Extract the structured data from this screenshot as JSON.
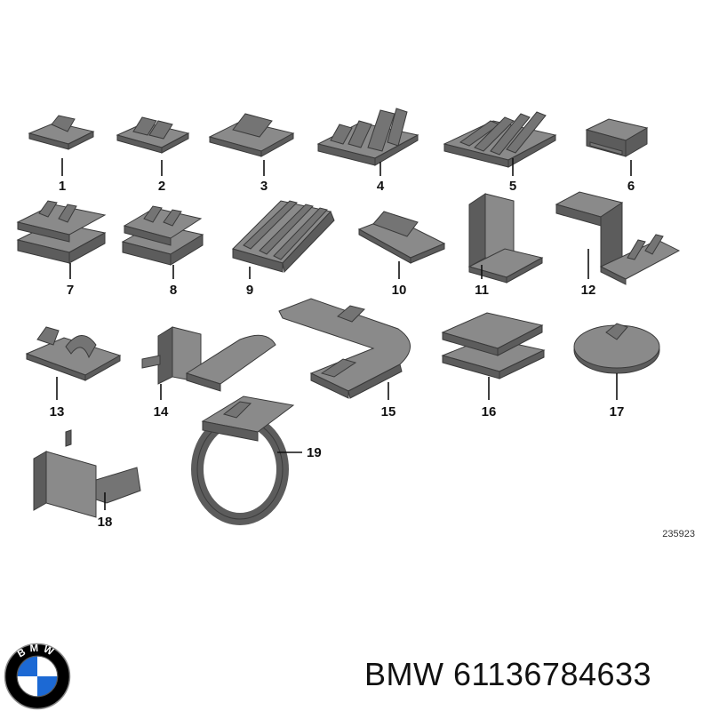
{
  "diagram": {
    "parts": [
      {
        "label": "1"
      },
      {
        "label": "2"
      },
      {
        "label": "3"
      },
      {
        "label": "4"
      },
      {
        "label": "5"
      },
      {
        "label": "6"
      },
      {
        "label": "7"
      },
      {
        "label": "8"
      },
      {
        "label": "9"
      },
      {
        "label": "10"
      },
      {
        "label": "11"
      },
      {
        "label": "12"
      },
      {
        "label": "13"
      },
      {
        "label": "14"
      },
      {
        "label": "15"
      },
      {
        "label": "16"
      },
      {
        "label": "17"
      },
      {
        "label": "18"
      },
      {
        "label": "19"
      }
    ],
    "reference_number": "235923"
  },
  "caption": "BMW 61136784633",
  "logo": {
    "text": "BMW",
    "icon": "bmw-roundel-icon",
    "colors": {
      "blue": "#1c69d4",
      "white": "#ffffff",
      "ring": "#000000"
    }
  }
}
